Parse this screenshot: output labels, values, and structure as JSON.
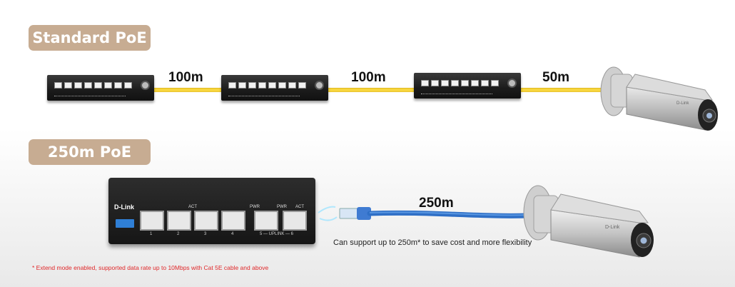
{
  "sections": {
    "standard": {
      "title": "Standard PoE",
      "distances": [
        "100m",
        "100m",
        "50m"
      ]
    },
    "extended": {
      "title": "250m PoE",
      "distance": "250m",
      "caption": "Can support up to 250m* to save cost and more flexibility",
      "footnote": "* Extend mode enabled, supported data rate up to 10Mbps with Cat 5E cable and above"
    }
  },
  "switch": {
    "brand": "D-Link",
    "port_numbers": [
      "1",
      "2",
      "3",
      "4"
    ],
    "act_label": "ACT",
    "pwr_label": "PWR",
    "uplink_label": "5 — UPLINK — 6"
  },
  "camera": {
    "brand": "D-Link"
  },
  "colors": {
    "badge": "#c7ac92",
    "cable_standard": "#f7d53e",
    "cable_extended": "#2f6fc6",
    "footnote": "#e0282a"
  }
}
